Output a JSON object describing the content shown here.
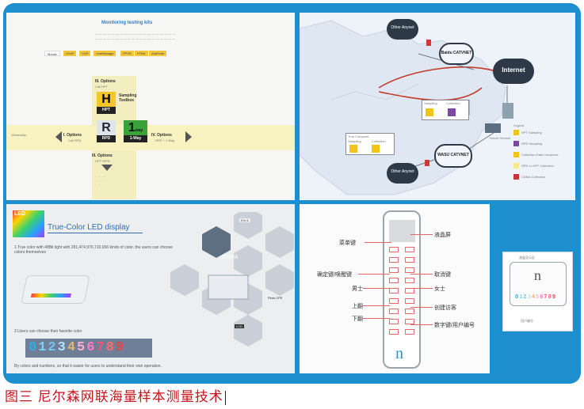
{
  "caption": {
    "text": "图三  尼尔森网联海量样本测量技术"
  },
  "panel1": {
    "title": "Monitoring testing kits",
    "tabs": [
      "Mobile",
      "LDAP",
      "VDR",
      "VoteManage",
      "PPVR",
      "HTML",
      "Add/Vote"
    ],
    "options_top_label": "III. Options",
    "options_top_sub": "Call HPT",
    "letter_h": "H",
    "letter_h_sub": "HPT",
    "letter_r": "R",
    "letter_r_sub": "RPD",
    "letter_1": "1",
    "letter_1_suffix": "way",
    "letter_1_sub": "1-Way",
    "sampling_toolbox": "Sampling Toolbox",
    "option1": "I. Options",
    "option1_sub": "Call RPD",
    "option4": "IV. Options",
    "option4_sub": "RPD + 1 Way",
    "option3": "III. Options",
    "option3_sub": "HPT+RPD",
    "left_label": "Viewership"
  },
  "panel2": {
    "nodes": {
      "other_top": "Other Anynet",
      "baidu": "Baidu CATVNET",
      "internet": "Internet",
      "wasu": "WASU CATVNET",
      "other_bottom": "Other Anynet",
      "sampling": "Sampling",
      "collection": "Collection",
      "true_computer": "True Computer",
      "sampling2": "Sampling",
      "collection2": "Collection",
      "server": "Server Service"
    },
    "legend": {
      "items": [
        {
          "label": "HPT Sampling",
          "color": "#f0c419"
        },
        {
          "label": "RPD Sampling",
          "color": "#7b4aa0"
        },
        {
          "label": "Collection Data Compress",
          "color": "#f0c419"
        },
        {
          "label": "RPD or HPT Collection",
          "color": "#f5e88a"
        },
        {
          "label": "CDMA Collection",
          "color": "#c9333a"
        }
      ]
    }
  },
  "panel3": {
    "title": "True-Color LED display",
    "badge": "LED",
    "text1": "1.True color with 48Bit light with 281,474,976,710,656 kinds of color, the users can choose colors themselves",
    "text2": "2.Users can choose their favorite color",
    "digits": "0123456789",
    "digit_colors": [
      "#2cb0e8",
      "#7bd3f7",
      "#6fc6f0",
      "#b7e0f8",
      "#e8b36b",
      "#ffb0d0",
      "#ff7ac2",
      "#ff4f7a",
      "#ff6b6b",
      "#e04848"
    ],
    "text3": "By colors and numbers, so that it easier for users to understand their own operation.",
    "hex_labels": [
      "2 in 1",
      "CDMA",
      "Pluto CPE",
      "LCD"
    ]
  },
  "panel4": {
    "left_labels": [
      "菜单键",
      "确定键/唤醒键",
      "男士",
      "上翻",
      "下翻"
    ],
    "right_labels": [
      "液晶屏",
      "取消键",
      "女士",
      "创建访客",
      "数字键/用户编号"
    ],
    "logo_letter": "n"
  },
  "panel5": {
    "top_label": "液晶显示区",
    "logo_letter": "n",
    "digits": "0123456789",
    "bottom_label": "用户编号"
  }
}
